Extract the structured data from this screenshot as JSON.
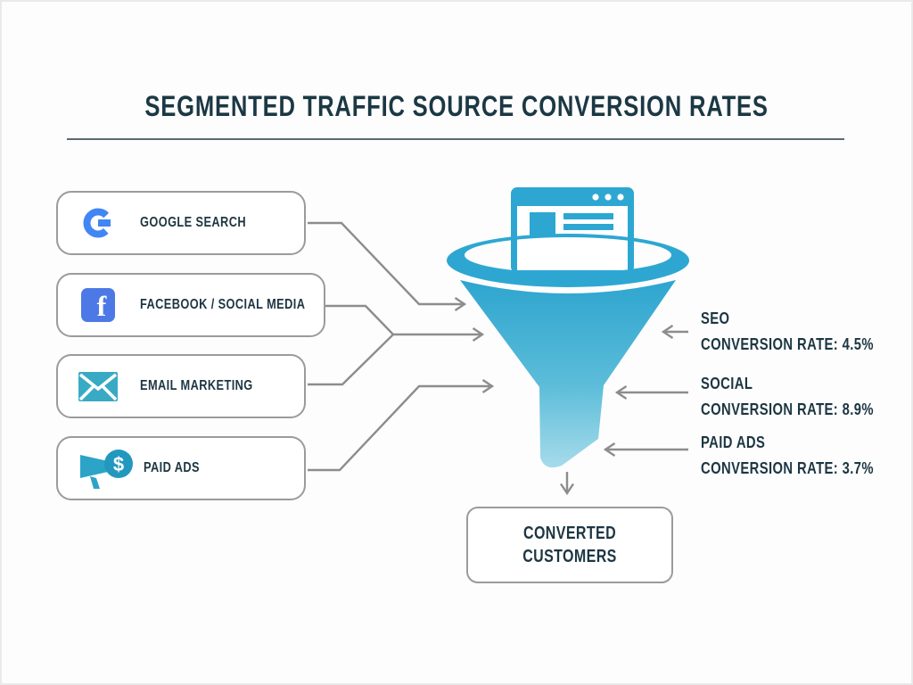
{
  "title": "SEGMENTED TRAFFIC SOURCE CONVERSION RATES",
  "sources": [
    {
      "label": "GOOGLE SEARCH",
      "icon": "google-icon"
    },
    {
      "label": "FACEBOOK / SOCIAL MEDIA",
      "icon": "facebook-icon"
    },
    {
      "label": "EMAIL MARKETING",
      "icon": "email-icon"
    },
    {
      "label": "PAID ADS",
      "icon": "paid-ads-icon"
    }
  ],
  "rates": [
    {
      "name": "SEO",
      "rate_line": "CONVERSION RATE: 4.5%"
    },
    {
      "name": "SOCIAL",
      "rate_line": "CONVERSION RATE: 8.9%"
    },
    {
      "name": "PAID ADS",
      "rate_line": "CONVERSION RATE: 3.7%"
    }
  ],
  "output": {
    "line1": "CONVERTED",
    "line2": "CUSTOMERS"
  },
  "icon_glyphs": {
    "facebook": "f",
    "dollar": "$"
  },
  "colors": {
    "funnel_teal": "#2DA7D2",
    "funnel_teal_light": "#A6DBEB",
    "google_blue": "#4285F4",
    "facebook_blue": "#4D79E6",
    "email_teal": "#39AAC4",
    "text_navy": "#1D3642",
    "connector_gray": "#8D8D8D",
    "border_gray": "#9B9B9B"
  }
}
